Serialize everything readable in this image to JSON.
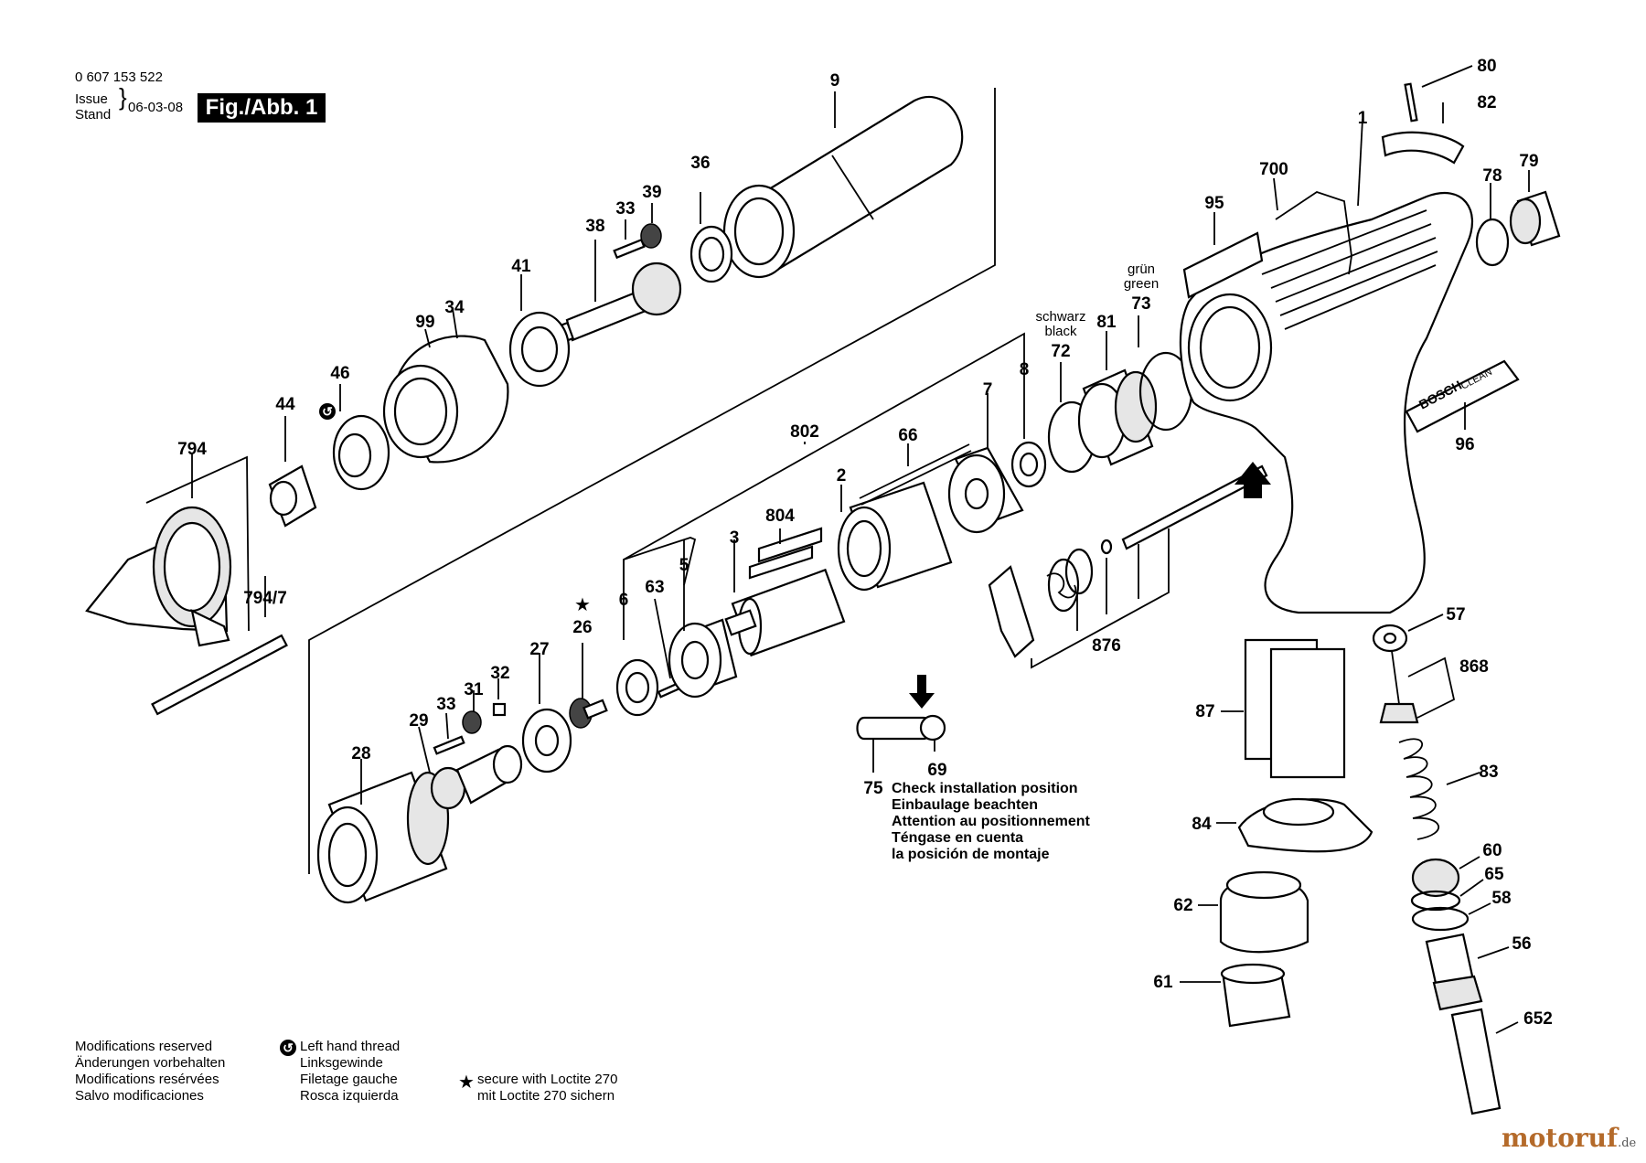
{
  "header": {
    "part_number": "0 607 153 522",
    "issue_label": "Issue",
    "stand_label": "Stand",
    "date": "06-03-08",
    "figure": "Fig./Abb. 1"
  },
  "parts": {
    "p1": "1",
    "p2": "2",
    "p3": "3",
    "p5": "5",
    "p6": "6",
    "p7": "7",
    "p8": "8",
    "p9": "9",
    "p26": "26",
    "p27": "27",
    "p28": "28",
    "p29": "29",
    "p31": "31",
    "p32": "32",
    "p33a": "33",
    "p33b": "33",
    "p34": "34",
    "p36": "36",
    "p38": "38",
    "p39": "39",
    "p41": "41",
    "p44": "44",
    "p46": "46",
    "p56": "56",
    "p57": "57",
    "p58": "58",
    "p60": "60",
    "p61": "61",
    "p62": "62",
    "p63": "63",
    "p65": "65",
    "p66": "66",
    "p69": "69",
    "p72": "72",
    "p73": "73",
    "p75": "75",
    "p78": "78",
    "p79": "79",
    "p80": "80",
    "p81": "81",
    "p82": "82",
    "p83": "83",
    "p84": "84",
    "p87": "87",
    "p95": "95",
    "p96": "96",
    "p99": "99",
    "p652": "652",
    "p700": "700",
    "p794": "794",
    "p794_7": "794/7",
    "p802": "802",
    "p804": "804",
    "p868": "868",
    "p876": "876"
  },
  "color_labels": {
    "schwarz": "schwarz",
    "black": "black",
    "gruen": "grün",
    "green": "green"
  },
  "brand_plate": {
    "brand": "BOSCH",
    "model": "CLEAN"
  },
  "check_note": [
    "Check installation position",
    "Einbaulage beachten",
    "Attention au positionnement",
    "Téngase en cuenta",
    "la posición de montaje"
  ],
  "footer": {
    "modifications": [
      "Modifications reserved",
      "Änderungen vorbehalten",
      "Modifications resérvées",
      "Salvo modificaciones"
    ],
    "left_thread": [
      "Left hand thread",
      "Linksgewinde",
      "Filetage gauche",
      "Rosca izquierda"
    ],
    "loctite": [
      "secure with Loctite 270",
      "mit Loctite 270 sichern"
    ]
  },
  "watermark": {
    "name": "motoruf",
    "tld": ".de"
  },
  "colors": {
    "ink": "#000000",
    "paper": "#ffffff",
    "watermark": "#b46a2a"
  }
}
